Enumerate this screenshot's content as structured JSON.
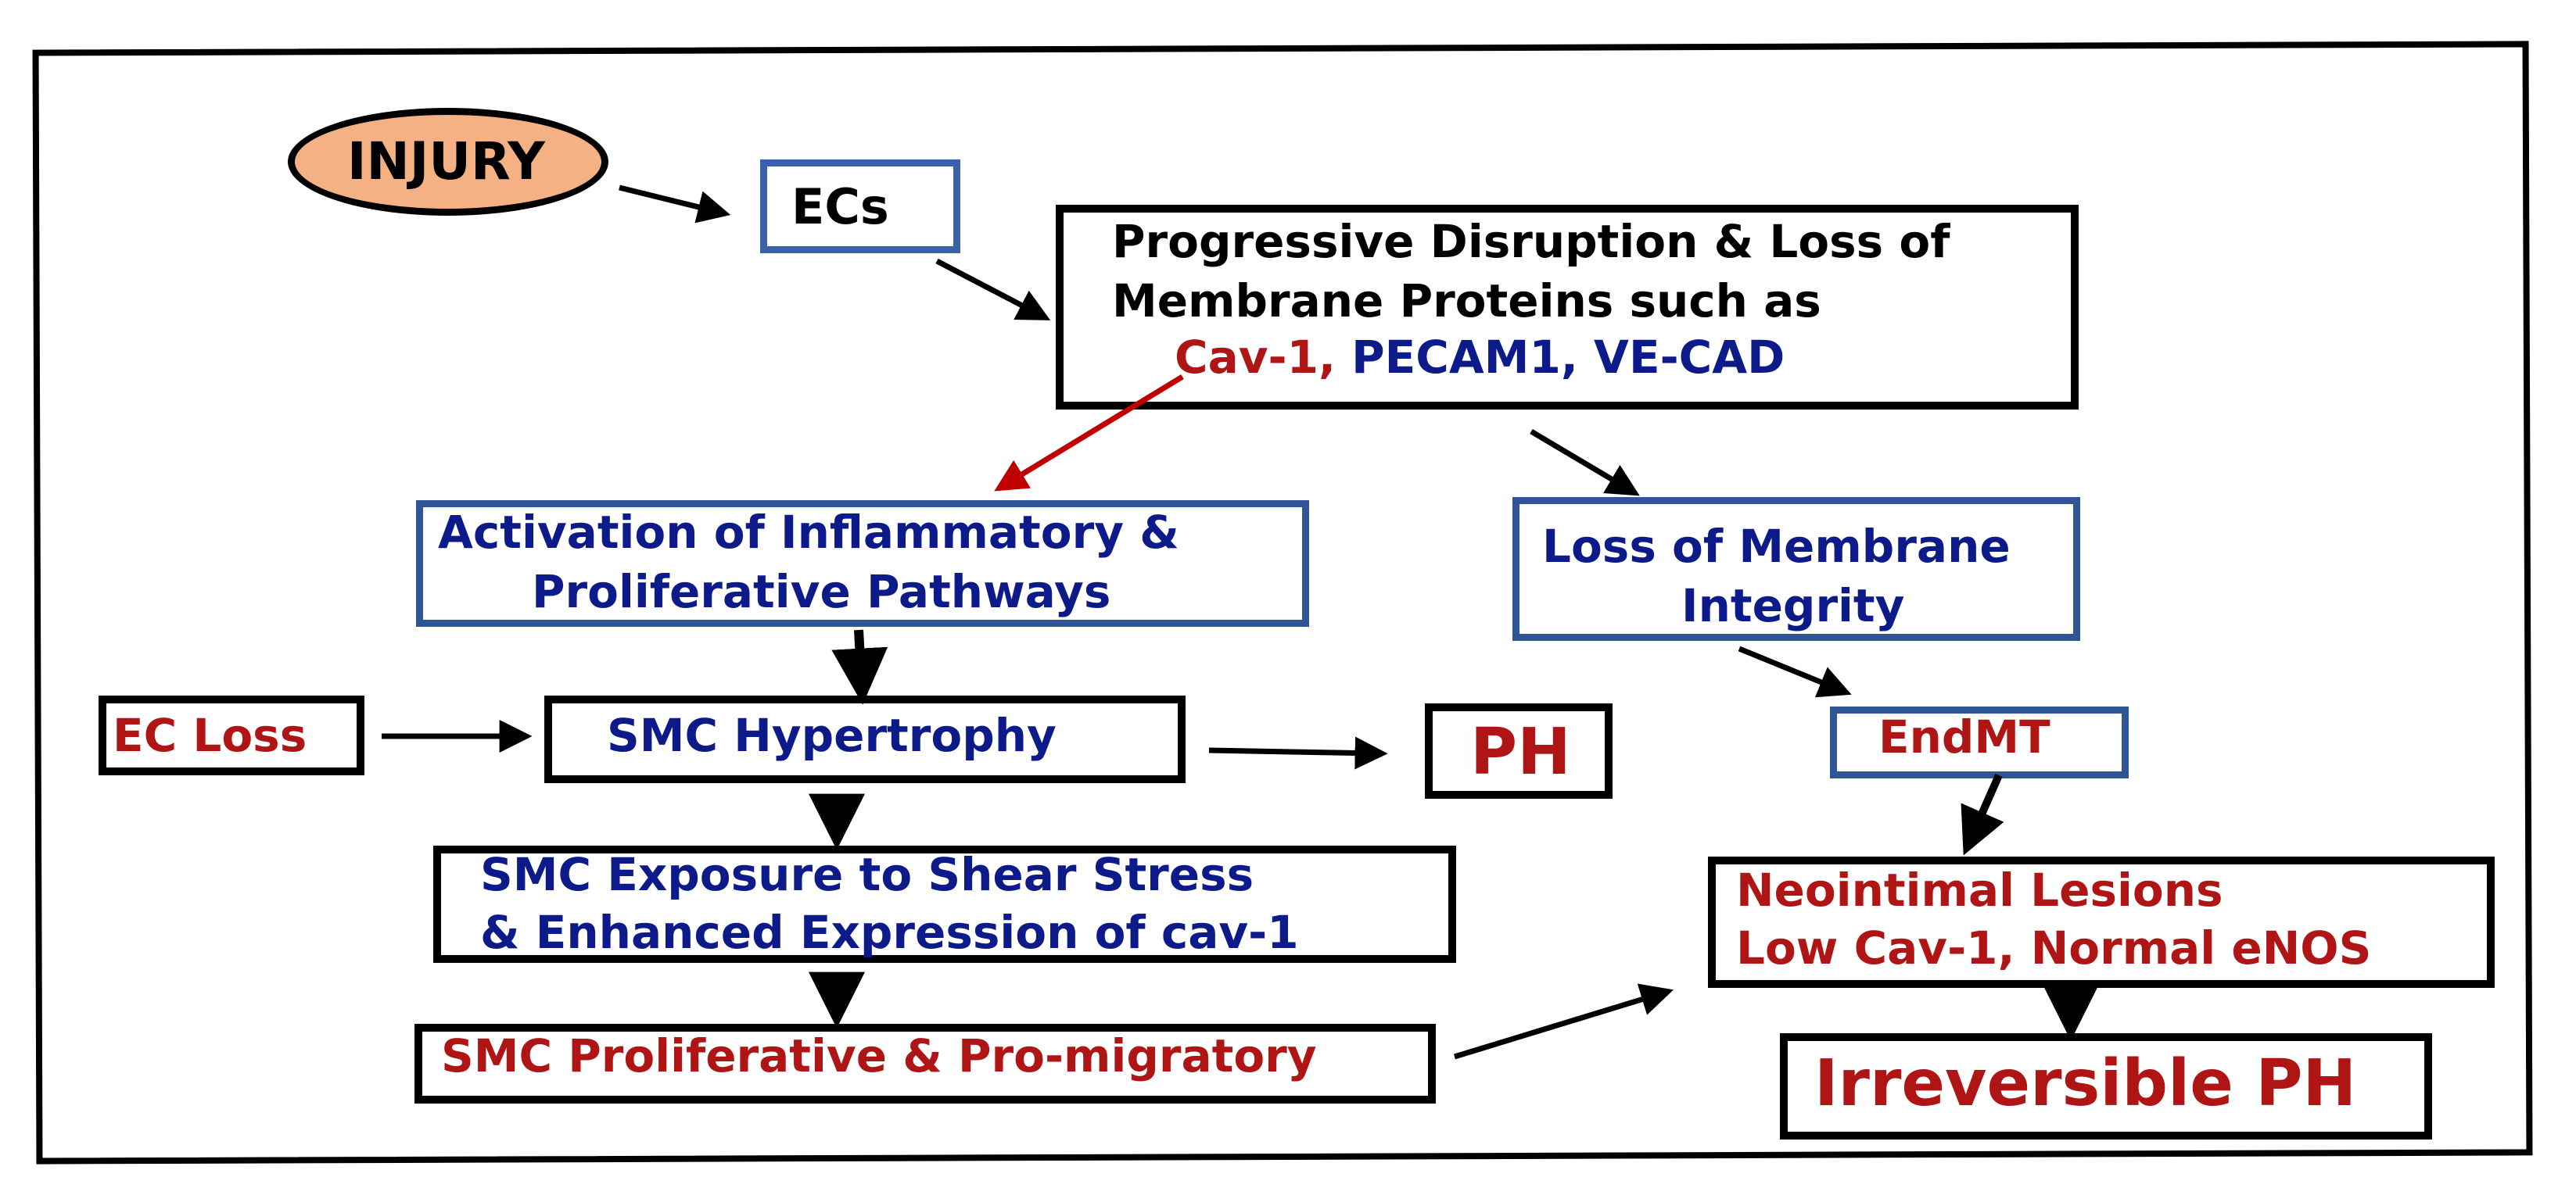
{
  "nodes": {
    "injury": "INJURY",
    "ecs": "ECs",
    "disruption_line1": "Progressive Disruption & Loss of",
    "disruption_line2": "Membrane Proteins such as",
    "disruption_cav1": "Cav-1,",
    "disruption_rest": " PECAM1, VE-CAD",
    "activation_line1": "Activation of Inflammatory &",
    "activation_line2": "Proliferative Pathways",
    "loss_integrity_line1": "Loss of Membrane",
    "loss_integrity_line2": "Integrity",
    "ec_loss": "EC Loss",
    "smc_hypertrophy": "SMC Hypertrophy",
    "ph": "PH",
    "endmt": "EndMT",
    "shear_line1": "SMC Exposure to Shear Stress",
    "shear_line2": "& Enhanced Expression of cav-1",
    "neointimal_line1": "Neointimal Lesions",
    "neointimal_line2": "Low Cav-1, Normal eNOS",
    "smc_prolif": "SMC Proliferative & Pro-migratory",
    "irreversible_ph": "Irreversible PH"
  },
  "colors": {
    "navy_text": "#0c1a8a",
    "red_text": "#b01515",
    "blue_border": "#3a62a8",
    "injury_fill": "#f4b183",
    "red_arrow": "#c00000"
  }
}
